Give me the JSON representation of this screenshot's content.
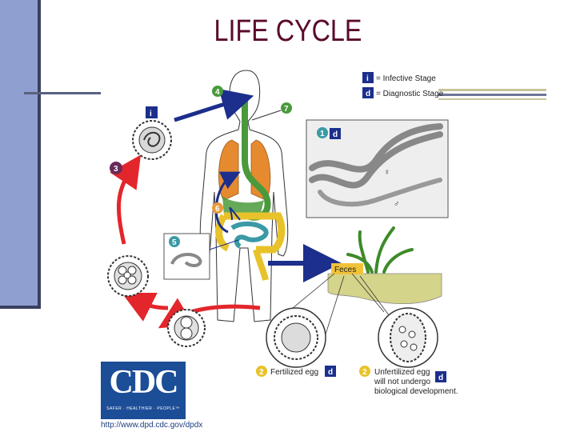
{
  "title": "LIFE CYCLE",
  "legend": {
    "infective_badge": "i",
    "infective_label": "= Infective Stage",
    "diagnostic_badge": "d",
    "diagnostic_label": "= Diagnostic Stage"
  },
  "stages": {
    "s1": "1",
    "s2a": "2",
    "s2b": "2",
    "s3": "3",
    "s4": "4",
    "s5": "5",
    "s6": "6",
    "s7": "7",
    "badge_i": "i",
    "badge_d": "d"
  },
  "labels": {
    "female": "♀",
    "male": "♂",
    "feces": "Feces",
    "fertilized": "Fertilized egg",
    "unfertilized_1": "Unfertilized egg",
    "unfertilized_2": "will not undergo",
    "unfertilized_3": "biological development."
  },
  "logo": {
    "text": "CDC",
    "tagline": "SAFER · HEALTHIER · PEOPLE™",
    "url": "http://www.dpd.cdc.gov/dpdx"
  },
  "colors": {
    "title": "#5a0a2c",
    "infective_badge": "#1c2f8c",
    "diagnostic_badge": "#1c2f8c",
    "stage_teal": "#3a9aa6",
    "stage_green": "#4a9a3c",
    "stage_orange": "#e79c3a",
    "stage_purple": "#6a2a5a",
    "arrow_red": "#e3262b",
    "arrow_blue": "#1c2f8c"
  }
}
